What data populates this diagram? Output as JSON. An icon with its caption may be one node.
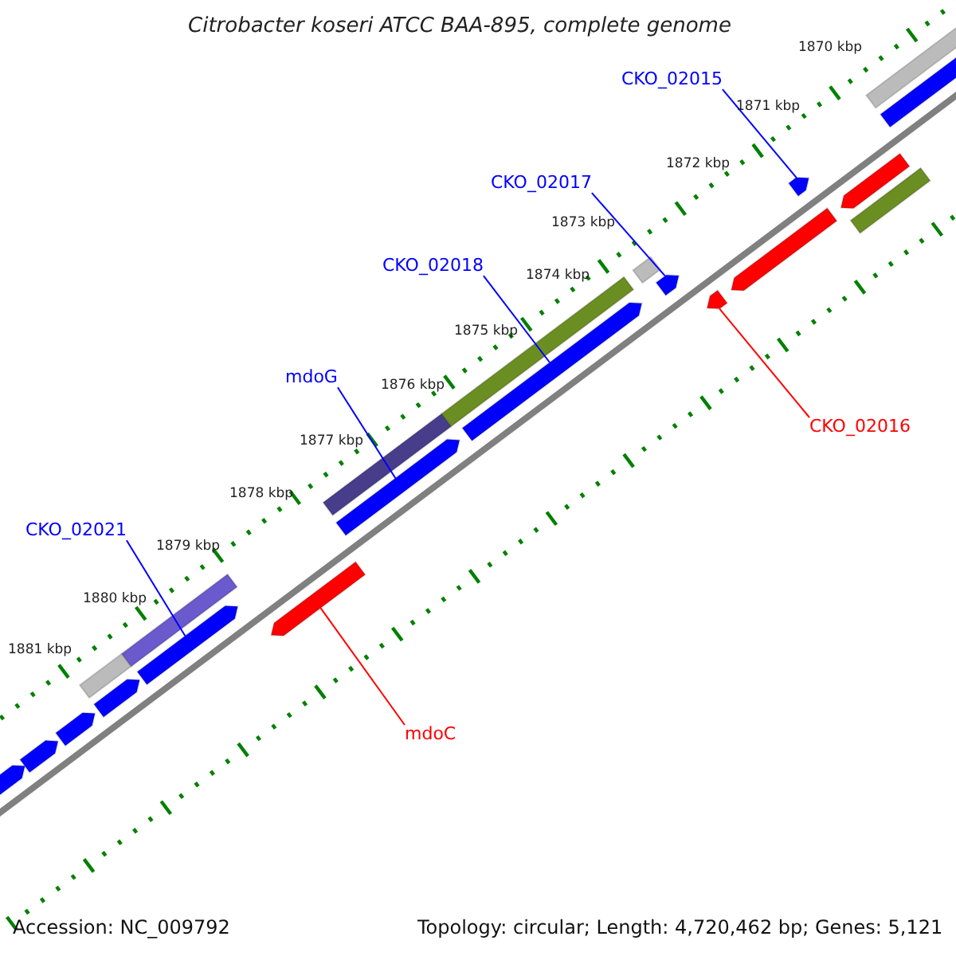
{
  "diagram": {
    "title": "Citrobacter koseri ATCC BAA-895, complete genome",
    "nodes": [
      {
        "text": [
          "CKO_02015"
        ]
      },
      {
        "text": [
          "CKO_02017"
        ]
      },
      {
        "text": [
          "CKO_02018"
        ]
      },
      {
        "text": [
          "mdoG"
        ]
      },
      {
        "text": [
          "CKO_02016"
        ]
      },
      {
        "text": [
          "CKO_02021"
        ]
      },
      {
        "text": [
          "mdoC"
        ]
      },
      {
        "text": [],
        "shape": "bar"
      },
      {
        "text": [],
        "shape": "bar"
      },
      {
        "text": [],
        "shape": "bar"
      },
      {
        "text": [],
        "shape": "bar"
      },
      {
        "text": [],
        "shape": "bar"
      },
      {
        "text": [],
        "shape": "bar"
      },
      {
        "text": [],
        "shape": "bar"
      },
      {
        "text": [],
        "shape": "bar"
      },
      {
        "text": [],
        "shape": "bar"
      },
      {
        "text": [],
        "shape": "bar"
      },
      {
        "text": [],
        "shape": "bar"
      },
      {
        "text": [],
        "shape": "bar"
      },
      {
        "text": [],
        "shape": "bar"
      },
      {
        "text": [],
        "shape": "bar"
      },
      {
        "text": [],
        "shape": "bar"
      },
      {
        "text": [],
        "shape": "bar"
      },
      {
        "text": [],
        "shape": "bar"
      },
      {
        "text": [],
        "shape": "bar"
      },
      {
        "text": [],
        "shape": "bar"
      },
      {
        "text": [],
        "shape": "bar"
      },
      {
        "text": [],
        "shape": "bar"
      }
    ],
    "edges": [
      {
        "from": 0,
        "to": 23,
        "arrow": "none"
      },
      {
        "from": 1,
        "to": 20,
        "arrow": "none"
      },
      {
        "from": 2,
        "to": 18,
        "arrow": "none"
      },
      {
        "from": 3,
        "to": 15,
        "arrow": "none"
      },
      {
        "from": 4,
        "to": 21,
        "arrow": "none",
        "color": "#ff0000"
      },
      {
        "from": 5,
        "to": 12,
        "arrow": "none"
      },
      {
        "from": 6,
        "to": 14,
        "arrow": "none",
        "color": "#ff0000"
      }
    ],
    "labels": [
      "1870 kbp",
      "1871 kbp",
      "1872 kbp",
      "1873 kbp",
      "1874 kbp",
      "1875 kbp",
      "1876 kbp",
      "1877 kbp",
      "1878 kbp",
      "1879 kbp",
      "1880 kbp",
      "1881 kbp",
      "Accession: NC_009792",
      "Topology: circular; Length: 4,720,462 bp; Genes: 5,121"
    ]
  }
}
